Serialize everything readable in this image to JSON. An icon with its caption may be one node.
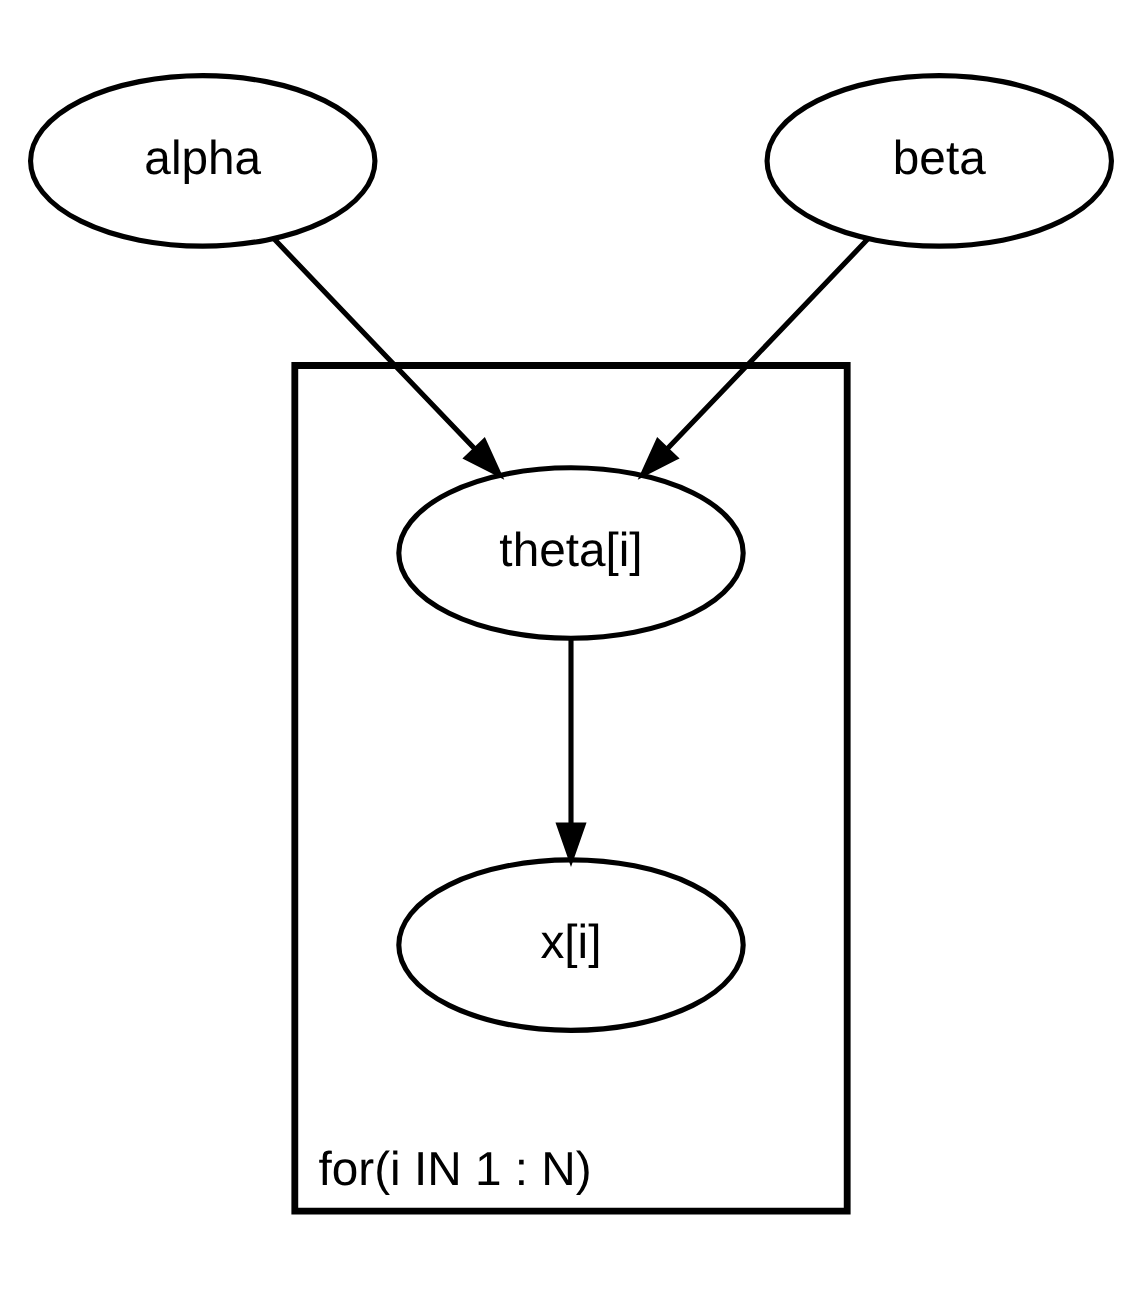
{
  "diagram": {
    "nodes": [
      {
        "text": [
          "alpha"
        ]
      },
      {
        "text": [
          "beta"
        ]
      },
      {
        "text": [
          "for(i IN 1 : N)"
        ]
      },
      {
        "text": [
          "theta[i]"
        ],
        "in": 2
      },
      {
        "text": [
          "x[i]"
        ],
        "in": 2
      }
    ],
    "edges": [
      {
        "from": 0,
        "to": 3,
        "arrow": "to"
      },
      {
        "from": 1,
        "to": 3,
        "arrow": "to"
      },
      {
        "from": 3,
        "to": 4,
        "arrow": "to"
      }
    ]
  }
}
